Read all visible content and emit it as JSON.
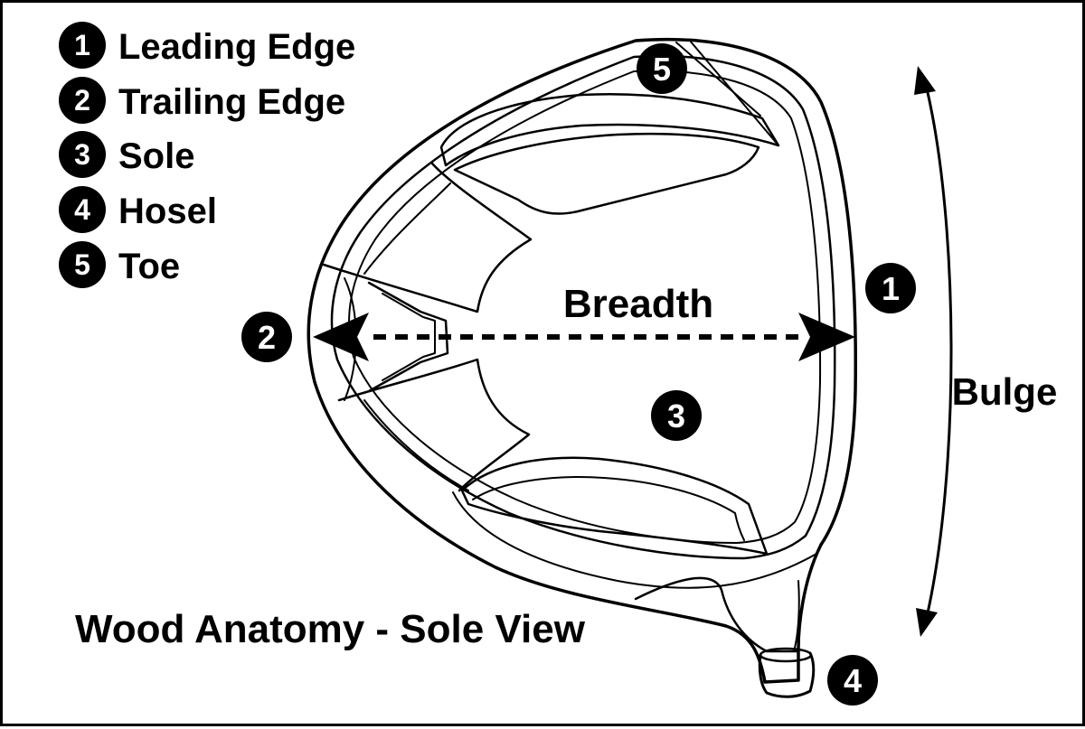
{
  "legend": [
    {
      "num": "1",
      "label": "Leading Edge"
    },
    {
      "num": "2",
      "label": "Trailing Edge"
    },
    {
      "num": "3",
      "label": "Sole"
    },
    {
      "num": "4",
      "label": "Hosel"
    },
    {
      "num": "5",
      "label": "Toe"
    }
  ],
  "callouts": {
    "leading_edge": "1",
    "trailing_edge": "2",
    "sole": "3",
    "hosel": "4",
    "toe": "5"
  },
  "labels": {
    "breadth": "Breadth",
    "bulge": "Bulge"
  },
  "caption": "Wood Anatomy - Sole View",
  "colors": {
    "ink": "#000000",
    "paper": "#ffffff"
  }
}
